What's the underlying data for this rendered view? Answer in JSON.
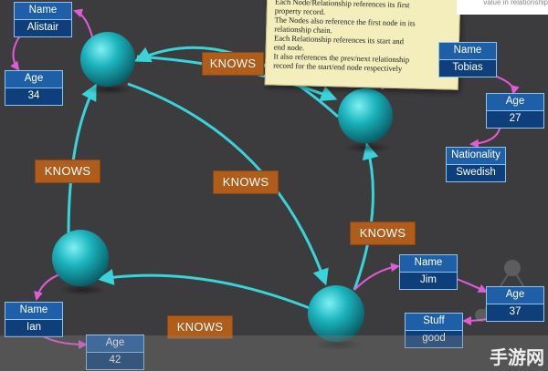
{
  "note": {
    "lines": [
      "Each Node/Relationship references its first",
      "property record.",
      "The Nodes also reference the first node in its",
      "relationship chain.",
      "Each Relationship references its start and",
      "end node.",
      "It also references the prev/next relationship",
      "record for the start/end node respectively"
    ]
  },
  "corner_caption": "value in relationship",
  "relationship_label": "KNOWS",
  "properties": {
    "alistair_name": {
      "key": "Name",
      "value": "Alistair"
    },
    "alistair_age": {
      "key": "Age",
      "value": "34"
    },
    "tobias_name": {
      "key": "Name",
      "value": "Tobias"
    },
    "tobias_age": {
      "key": "Age",
      "value": "27"
    },
    "tobias_nationality": {
      "key": "Nationality",
      "value": "Swedish"
    },
    "jim_name": {
      "key": "Name",
      "value": "Jim"
    },
    "jim_age": {
      "key": "Age",
      "value": "37"
    },
    "jim_stuff": {
      "key": "Stuff",
      "value": "good"
    },
    "ian_name": {
      "key": "Name",
      "value": "Ian"
    },
    "ian_age": {
      "key": "Age",
      "value": "42"
    }
  },
  "watermark": "手游网",
  "colors": {
    "background": "#3c3c3e",
    "node": "#1fb8c0",
    "edge": "#39d4da",
    "property_arrow": "#e25bd6",
    "relationship_box": "#b05d1c",
    "property_key": "#1f5fa8",
    "property_value": "#0e3f7a"
  }
}
